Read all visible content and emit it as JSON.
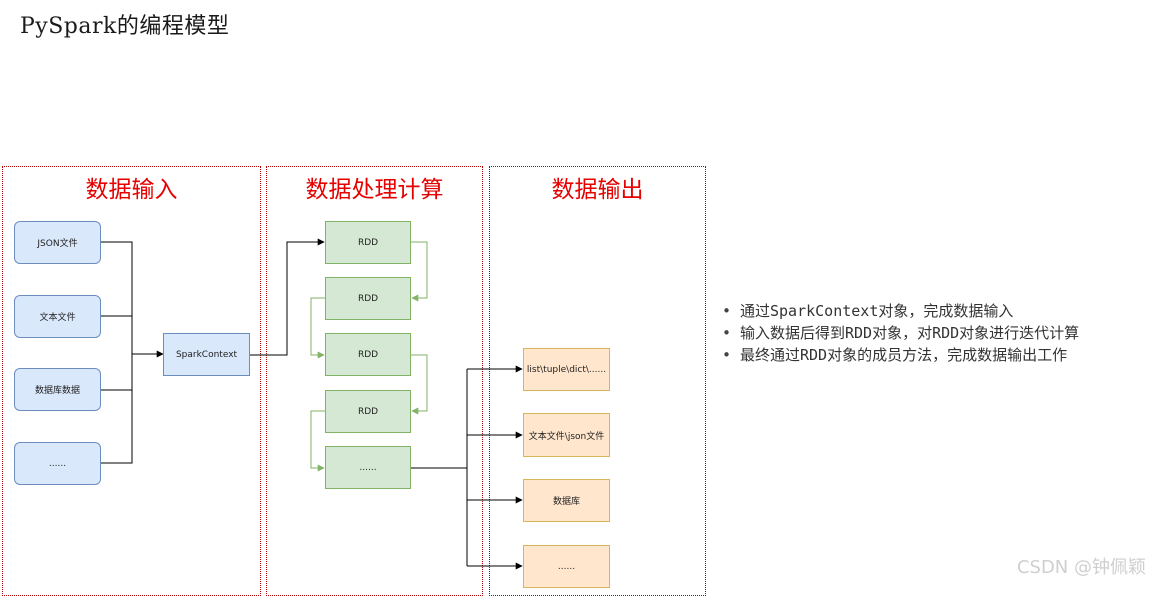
{
  "page_title": "PySpark的编程模型",
  "panels": [
    {
      "title": "数据输入"
    },
    {
      "title": "数据处理计算"
    },
    {
      "title": "数据输出"
    }
  ],
  "input_nodes": [
    "JSON文件",
    "文本文件",
    "数据库数据",
    "......"
  ],
  "context_node": "SparkContext",
  "rdd_nodes": [
    "RDD",
    "RDD",
    "RDD",
    "RDD",
    "......"
  ],
  "output_nodes": [
    "list\\tuple\\dict\\......",
    "文本文件\\json文件",
    "数据库",
    "......"
  ],
  "bullets": [
    "通过SparkContext对象，完成数据输入",
    "输入数据后得到RDD对象，对RDD对象进行迭代计算",
    "最终通过RDD对象的成员方法，完成数据输出工作"
  ],
  "watermark": "CSDN @钟佩颖",
  "colors": {
    "panel_border": "#b00000",
    "panel_title": "#e60000",
    "input_fill": "#dae8fc",
    "rdd_fill": "#d5e8d4",
    "output_fill": "#ffe6cc",
    "loop_arrow": "#82b366"
  }
}
